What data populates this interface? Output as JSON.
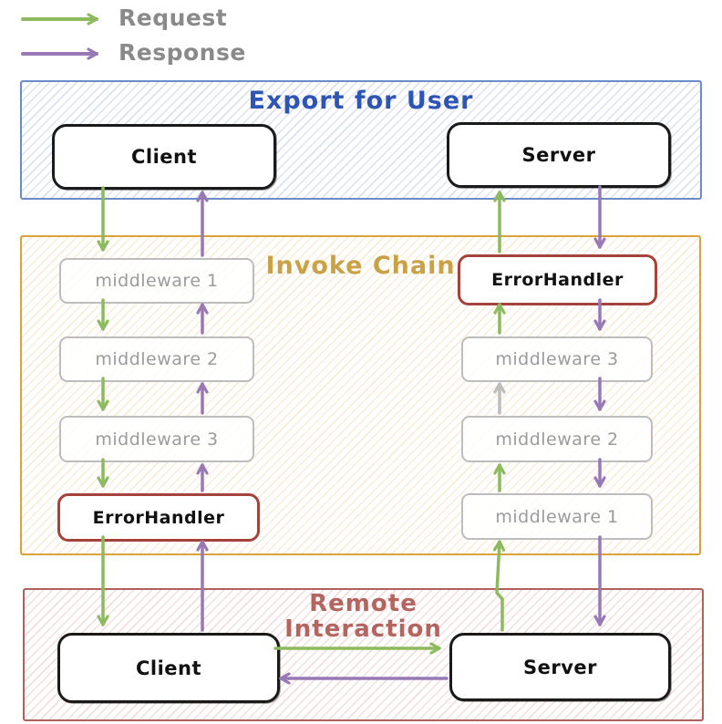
{
  "colors": {
    "request": "#8dba5f",
    "response": "#9878b5",
    "neutral_arrow": "#bdbdbd",
    "legend_text": "#8a8a8a",
    "export_border": "#6b8cc7",
    "export_title": "#2e55b5",
    "export_hatch": "rgba(107,140,199,0.25)",
    "invoke_border": "#d9a33a",
    "invoke_title": "#c9a146",
    "invoke_hatch": "rgba(224,163,58,0.20)",
    "remote_border": "#b2605a",
    "remote_title": "#b4655f",
    "remote_hatch": "rgba(198,106,98,0.22)",
    "node_border": "#bdbdbd",
    "node_text": "#9b9b9b",
    "errorhandler_border": "#a6423c",
    "endpoint_border": "#1a1a1a",
    "endpoint_text": "#111111"
  },
  "legend": {
    "request_label": "Request",
    "response_label": "Response"
  },
  "sections": {
    "export": {
      "title": "Export for User",
      "client_label": "Client",
      "server_label": "Server"
    },
    "invoke": {
      "title": "Invoke Chain",
      "left_chain": [
        "middleware 1",
        "middleware 2",
        "middleware 3",
        "ErrorHandler"
      ],
      "right_chain": [
        "ErrorHandler",
        "middleware 3",
        "middleware 2",
        "middleware 1"
      ]
    },
    "remote": {
      "title_line1": "Remote",
      "title_line2": "Interaction",
      "client_label": "Client",
      "server_label": "Server"
    }
  }
}
